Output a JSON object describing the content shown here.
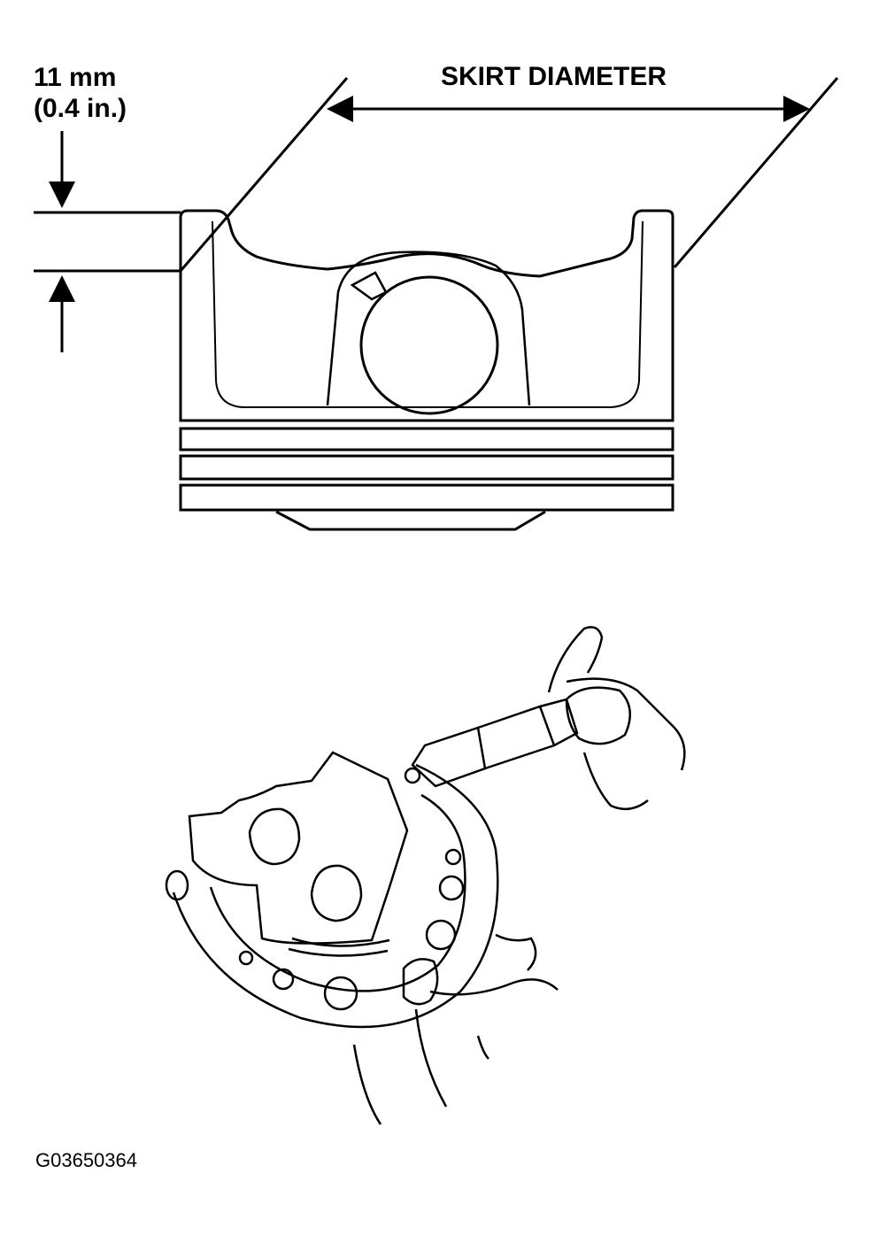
{
  "labels": {
    "dimension_mm": "11 mm",
    "dimension_in": "(0.4 in.)",
    "skirt_diameter": "SKIRT DIAMETER",
    "figure_code": "G03650364"
  },
  "icons": {
    "piston_side_view": "piston-side-view-icon",
    "micrometer_measurement": "micrometer-hand-icon"
  }
}
